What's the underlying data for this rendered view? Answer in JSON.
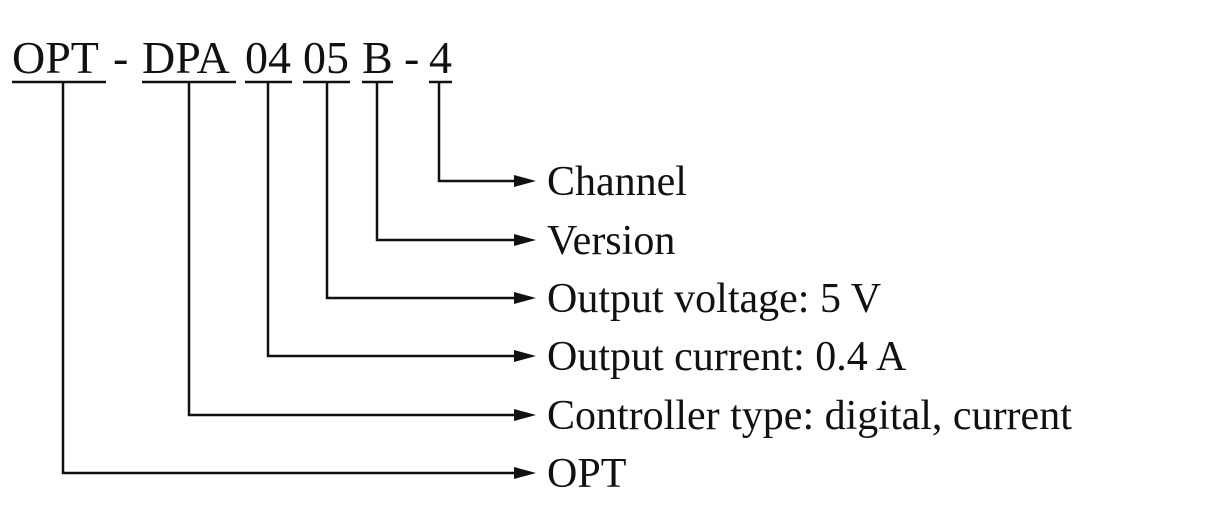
{
  "model_code": {
    "segments": [
      {
        "id": "opt",
        "text": "OPT"
      },
      {
        "id": "dpa",
        "text": "DPA"
      },
      {
        "id": "current-code",
        "text": "04"
      },
      {
        "id": "voltage-code",
        "text": "05"
      },
      {
        "id": "version-code",
        "text": "B"
      },
      {
        "id": "channel-code",
        "text": "4"
      }
    ],
    "separators": [
      "-",
      "-",
      "-"
    ]
  },
  "descriptions": [
    {
      "id": "channel",
      "text": "Channel"
    },
    {
      "id": "version",
      "text": "Version"
    },
    {
      "id": "output-voltage",
      "text": "Output voltage: 5 V"
    },
    {
      "id": "output-current",
      "text": "Output current: 0.4 A"
    },
    {
      "id": "controller-type",
      "text": "Controller type: digital, current"
    },
    {
      "id": "opt",
      "text": "OPT"
    }
  ],
  "colors": {
    "ink": "#111111",
    "background": "#ffffff"
  }
}
